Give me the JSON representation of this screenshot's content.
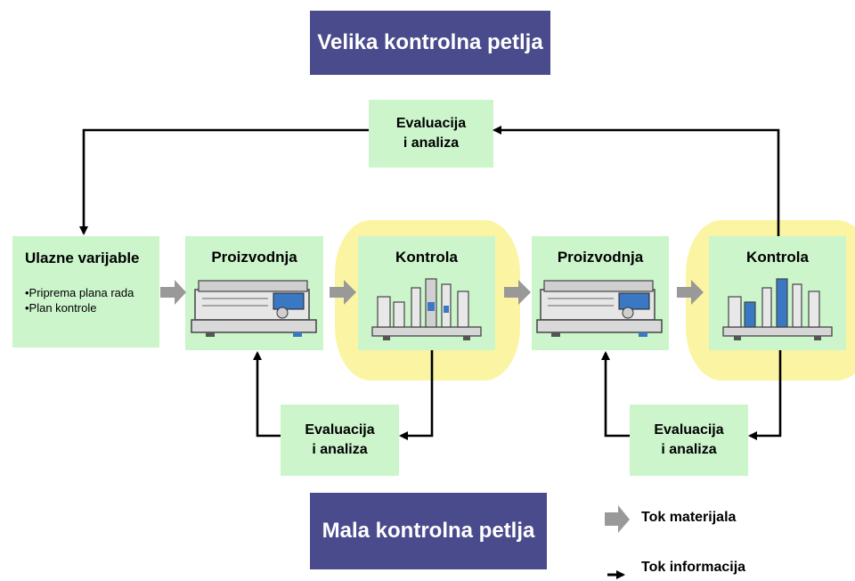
{
  "header": {
    "big_loop": "Velika kontrolna petlja",
    "small_loop": "Mala kontrolna petlja"
  },
  "eval_label": {
    "line1": "Evaluacija",
    "line2": "i analiza"
  },
  "inputs": {
    "title": "Ulazne varijable",
    "items": [
      "•Priprema plana rada",
      "•Plan kontrole"
    ]
  },
  "stages": [
    "Proizvodnja",
    "Kontrola",
    "Proizvodnja",
    "Kontrola"
  ],
  "legend": {
    "material": "Tok materijala",
    "information": "Tok informacija"
  },
  "colors": {
    "title_bg": "#4a4b8c",
    "box_bg": "#ccf5cc",
    "highlight": "#fbf5a3",
    "material_arrow": "#999999",
    "info_arrow": "#000000"
  },
  "icons": [
    "machine-icon",
    "inspection-station-icon"
  ]
}
